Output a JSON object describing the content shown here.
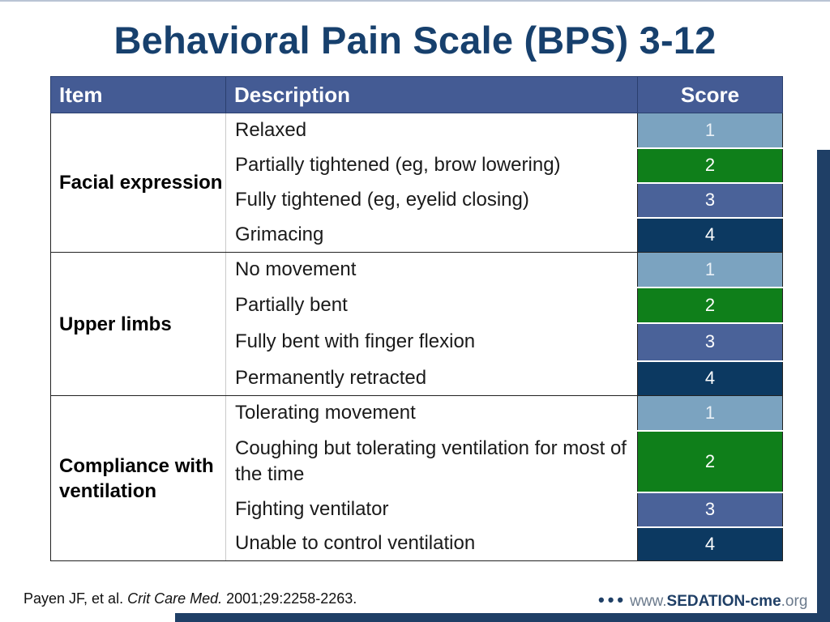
{
  "title": "Behavioral Pain Scale (BPS) 3-12",
  "table": {
    "headers": {
      "item": "Item",
      "description": "Description",
      "score": "Score"
    },
    "groups": [
      {
        "item": "Facial expression",
        "rows": [
          {
            "description": "Relaxed",
            "score": "1"
          },
          {
            "description": "Partially tightened (eg, brow lowering)",
            "score": "2"
          },
          {
            "description": "Fully tightened (eg, eyelid closing)",
            "score": "3"
          },
          {
            "description": "Grimacing",
            "score": "4"
          }
        ]
      },
      {
        "item": "Upper limbs",
        "rows": [
          {
            "description": "No movement",
            "score": "1"
          },
          {
            "description": "Partially bent",
            "score": "2"
          },
          {
            "description": "Fully bent with finger flexion",
            "score": "3"
          },
          {
            "description": "Permanently retracted",
            "score": "4"
          }
        ]
      },
      {
        "item": "Compliance with ventilation",
        "rows": [
          {
            "description": "Tolerating movement",
            "score": "1"
          },
          {
            "description": "Coughing but tolerating ventilation for most of the time",
            "score": "2"
          },
          {
            "description": "Fighting ventilator",
            "score": "3"
          },
          {
            "description": "Unable to control ventilation",
            "score": "4"
          }
        ]
      }
    ]
  },
  "score_colors": {
    "1": "#7ba3c0",
    "2": "#0f7f1a",
    "3": "#4a6299",
    "4": "#0c3961"
  },
  "citation": {
    "authors": "Payen JF, et al.",
    "journal": "Crit Care Med.",
    "details": "2001;29:2258-2263."
  },
  "logo": {
    "dots": "•••",
    "prefix": "www.",
    "brand": "SEDATION-cme",
    "suffix": ".org"
  },
  "colors": {
    "title": "#17406d",
    "header_bg": "#445b94",
    "accent_bar": "#1f3f66"
  }
}
